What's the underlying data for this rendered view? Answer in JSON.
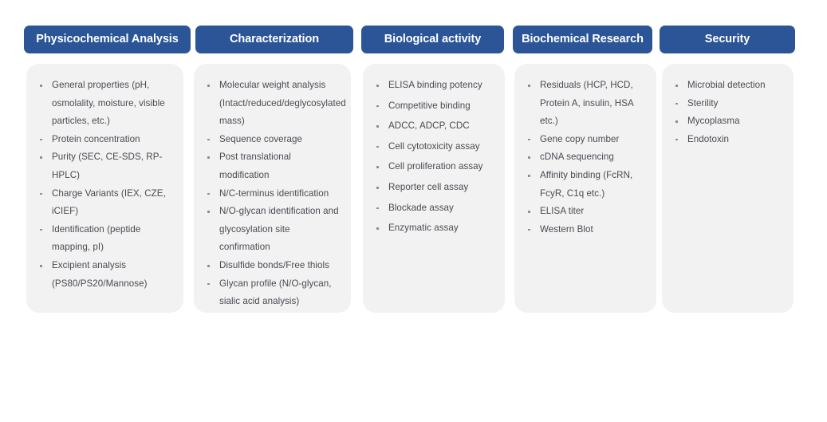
{
  "theme": {
    "pill_color": "#2B5597",
    "pill_text_color": "#FFFFFF",
    "card_background": "#F2F2F2",
    "body_text_color": "#474B52",
    "page_background": "#FFFFFF",
    "bullet_color": "#8A8D93"
  },
  "columns": [
    {
      "id": "physicochemical-analysis",
      "title": "Physicochemical Analysis",
      "items": [
        "General properties (pH, osmolality, moisture, visible particles, etc.)",
        "Protein concentration",
        "Purity (SEC,  CE-SDS, RP-HPLC)",
        "Charge Variants (IEX, CZE, iCIEF)",
        "Identification (peptide mapping, pI)",
        "Excipient analysis (PS80/PS20/Mannose)"
      ]
    },
    {
      "id": "characterization",
      "title": "Characterization",
      "items": [
        "Molecular weight analysis (Intact/reduced/deglycosylated mass)",
        "Sequence coverage",
        "Post translational modification",
        "N/C-terminus identification",
        "N/O-glycan identification and glycosylation site confirmation",
        "Disulfide bonds/Free thiols",
        "Glycan profile (N/O-glycan, sialic acid analysis)"
      ]
    },
    {
      "id": "biological-activity",
      "title": "Biological activity",
      "items": [
        "ELISA binding potency",
        "Competitive binding",
        "ADCC, ADCP, CDC",
        "Cell cytotoxicity assay",
        "Cell proliferation assay",
        "Reporter cell assay",
        "Blockade assay",
        "Enzymatic assay"
      ]
    },
    {
      "id": "biochemical-research",
      "title": "Biochemical Research",
      "items": [
        "Residuals (HCP, HCD, Protein A, insulin, HSA etc.)",
        "Gene copy number",
        "cDNA sequencing",
        "Affinity binding (FcRN, FcyR, C1q etc.)",
        "ELISA titer",
        "Western Blot"
      ]
    },
    {
      "id": "security",
      "title": "Security",
      "items": [
        "Microbial detection",
        "Sterility",
        "Mycoplasma",
        "Endotoxin"
      ]
    }
  ]
}
